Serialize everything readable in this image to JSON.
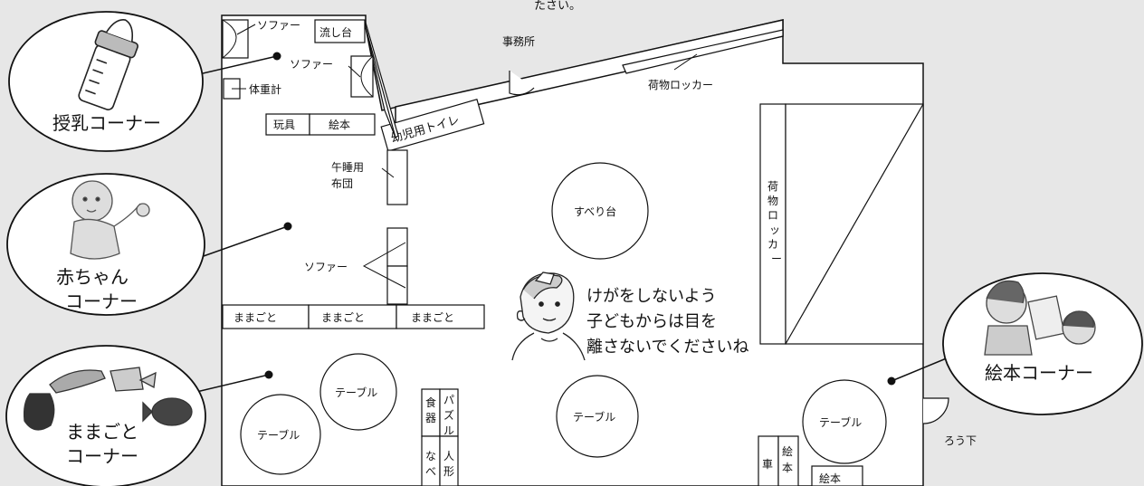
{
  "top_text": "たさい。",
  "callouts": {
    "nursing": "授乳コーナー",
    "baby_line1": "赤ちゃん",
    "baby_line2": "コーナー",
    "mamagoto_line1": "ままごと",
    "mamagoto_line2": "コーナー",
    "picture_book": "絵本コーナー"
  },
  "labels": {
    "sofa": "ソファー",
    "sink": "流し台",
    "scale": "体重計",
    "toys": "玩具",
    "picture_book": "絵本",
    "toddler_toilet": "幼児用トイレ",
    "office": "事務所",
    "luggage_locker": "荷物ロッカー",
    "nap_futon_line1": "午睡用",
    "nap_futon_line2": "布団",
    "slide": "すべり台",
    "luggage_locker_vertical": [
      "荷",
      "物",
      "ロ",
      "ッ",
      "カ",
      "ー"
    ],
    "mamagoto": "ままごと",
    "table": "テーブル",
    "tableware": [
      "食",
      "器"
    ],
    "puzzle": [
      "パ",
      "ズ",
      "ル"
    ],
    "pot": [
      "な",
      "べ"
    ],
    "doll": [
      "人",
      "形"
    ],
    "car": "車",
    "picture_book_vertical": [
      "絵",
      "本"
    ],
    "hallway": "ろう下"
  },
  "notice": {
    "line1": "けがをしないよう",
    "line2": "子どもからは目を",
    "line3": "離さないでくださいね"
  }
}
